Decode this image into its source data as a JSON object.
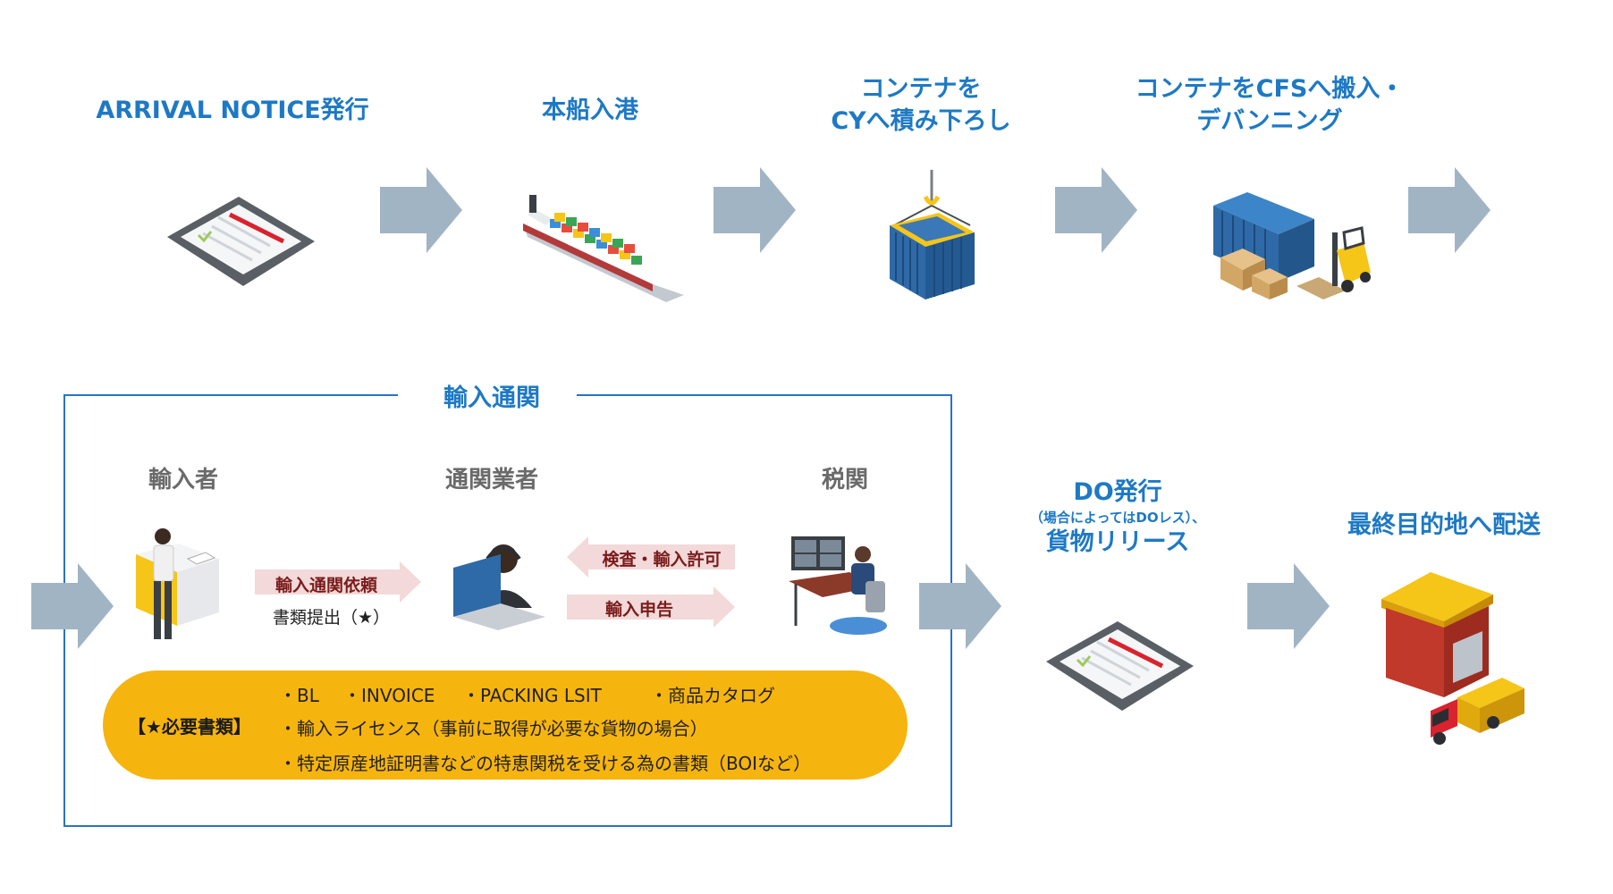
{
  "steps": {
    "arrival_notice": "ARRIVAL NOTICE発行",
    "vessel_arrival": "本船入港",
    "unload_cy_line1": "コンテナを",
    "unload_cy_line2": "CYへ積み下ろし",
    "cfs_line1": "コンテナをCFSへ搬入・",
    "cfs_line2": "デバンニング",
    "do_line1": "DO発行",
    "do_note": "（場合によってはDOレス）、",
    "do_line2": "貨物リリース",
    "final": "最終目的地へ配送"
  },
  "customs": {
    "title": "輸入通関",
    "actors": {
      "importer": "輸入者",
      "broker": "通関業者",
      "customs": "税関"
    },
    "flows": {
      "request": "輸入通関依頼",
      "documents": "書類提出（★）",
      "inspection": "検査・輸入許可",
      "declaration": "輸入申告"
    },
    "required_docs": {
      "label": "【★必要書類】",
      "items_row1": [
        "・BL",
        "・INVOICE",
        "・PACKING LSIT",
        "・商品カタログ"
      ],
      "item_row2": "・輸入ライセンス（事前に取得が必要な貨物の場合）",
      "item_row3": "・特定原産地証明書などの特恵関税を受ける為の書類（BOIなど）"
    }
  },
  "icons": {
    "clipboard": "tablet-checklist-icon",
    "ship": "container-ship-icon",
    "crane_container": "crane-container-icon",
    "container_forklift": "container-forklift-icon",
    "importer": "importer-person-icon",
    "broker": "broker-laptop-icon",
    "customs": "customs-officer-icon",
    "warehouse": "warehouse-truck-icon"
  },
  "colors": {
    "title_blue": "#1e79c4",
    "arrow_gray": "#a1b4c4",
    "pink_arrow": "#f3d9d9",
    "docs_yellow": "#f6b40e",
    "frame_blue": "#2a73c2"
  }
}
